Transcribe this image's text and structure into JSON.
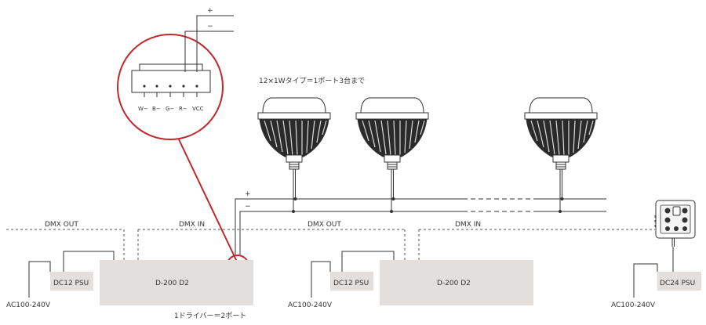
{
  "callout": {
    "polarity_plus": "+",
    "polarity_minus": "−",
    "pins": [
      "W−",
      "B−",
      "G−",
      "R−",
      "VCC"
    ]
  },
  "fixtures_note": "12×1Wタイプ＝1ポート3台まで",
  "bus": {
    "plus": "+",
    "minus": "−"
  },
  "signals": {
    "dmx_out_1": "DMX OUT",
    "dmx_in_1": "DMX IN",
    "dmx_out_2": "DMX OUT",
    "dmx_in_2": "DMX IN"
  },
  "devices": {
    "psu_1": "DC12 PSU",
    "driver_1": "D-200 D2",
    "psu_2": "DC12 PSU",
    "driver_2": "D-200 D2",
    "psu_3": "DC24 PSU"
  },
  "ac_labels": [
    "AC100-240V",
    "AC100-240V",
    "AC100-240V"
  ],
  "driver_note": "1ドライバー＝2ポート",
  "colors": {
    "callout_red": "#c0282b",
    "box_fill": "#e3dfdc",
    "line": "#333333"
  }
}
